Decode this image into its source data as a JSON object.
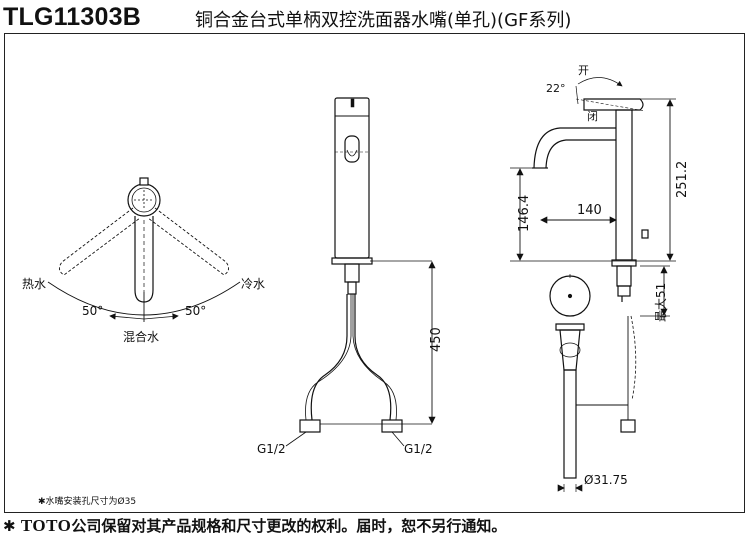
{
  "header": {
    "model": "TLG11303B",
    "title": "铜合金台式单柄双控洗面器水嘴(单孔)(GF系列)"
  },
  "labels": {
    "hot_water": "热水",
    "cold_water": "冷水",
    "mixed_water": "混合水",
    "angle_left": "50°",
    "angle_right": "50°",
    "dim_450": "450",
    "thread_left": "G1/2",
    "thread_right": "G1/2",
    "open": "开",
    "closed": "闭",
    "angle_22": "22°",
    "dim_251": "251.2",
    "dim_146": "146.4",
    "dim_140": "140",
    "dim_max51": "最大51",
    "dim_3175": "Ø31.75",
    "hole_note": "✱水嘴安装孔尺寸为Ø35"
  },
  "footer": {
    "asterisk": "✱",
    "brand": "TOTO",
    "text": "公司保留对其产品规格和尺寸更改的权利。届时，恕不另行通知。"
  }
}
